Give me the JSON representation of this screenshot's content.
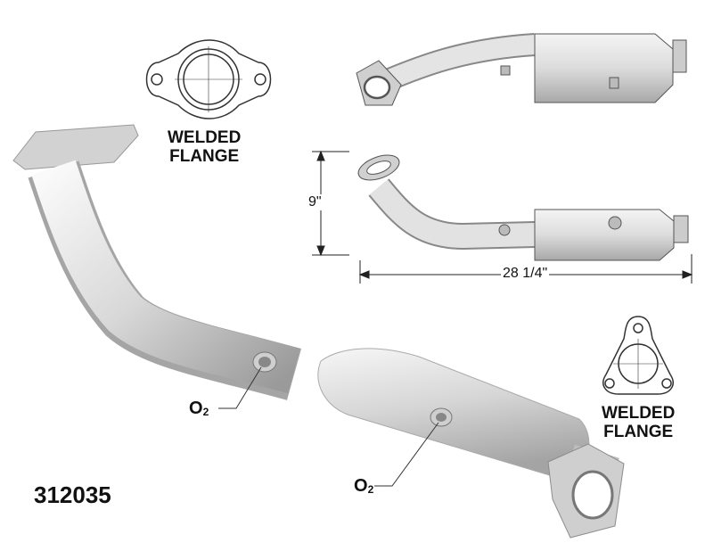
{
  "part_number": "312035",
  "flange_labels": {
    "top": {
      "line1": "WELDED",
      "line2": "FLANGE"
    },
    "right": {
      "line1": "WELDED",
      "line2": "FLANGE"
    }
  },
  "sensor_labels": [
    {
      "main": "O",
      "sub": "2"
    },
    {
      "main": "O",
      "sub": "2"
    }
  ],
  "dimensions": {
    "height": "9\"",
    "length": "28 1/4\""
  },
  "colors": {
    "metal_light": "#f2f2f2",
    "metal_mid": "#c8c8c8",
    "metal_dark": "#8a8a8a",
    "line": "#333333"
  }
}
